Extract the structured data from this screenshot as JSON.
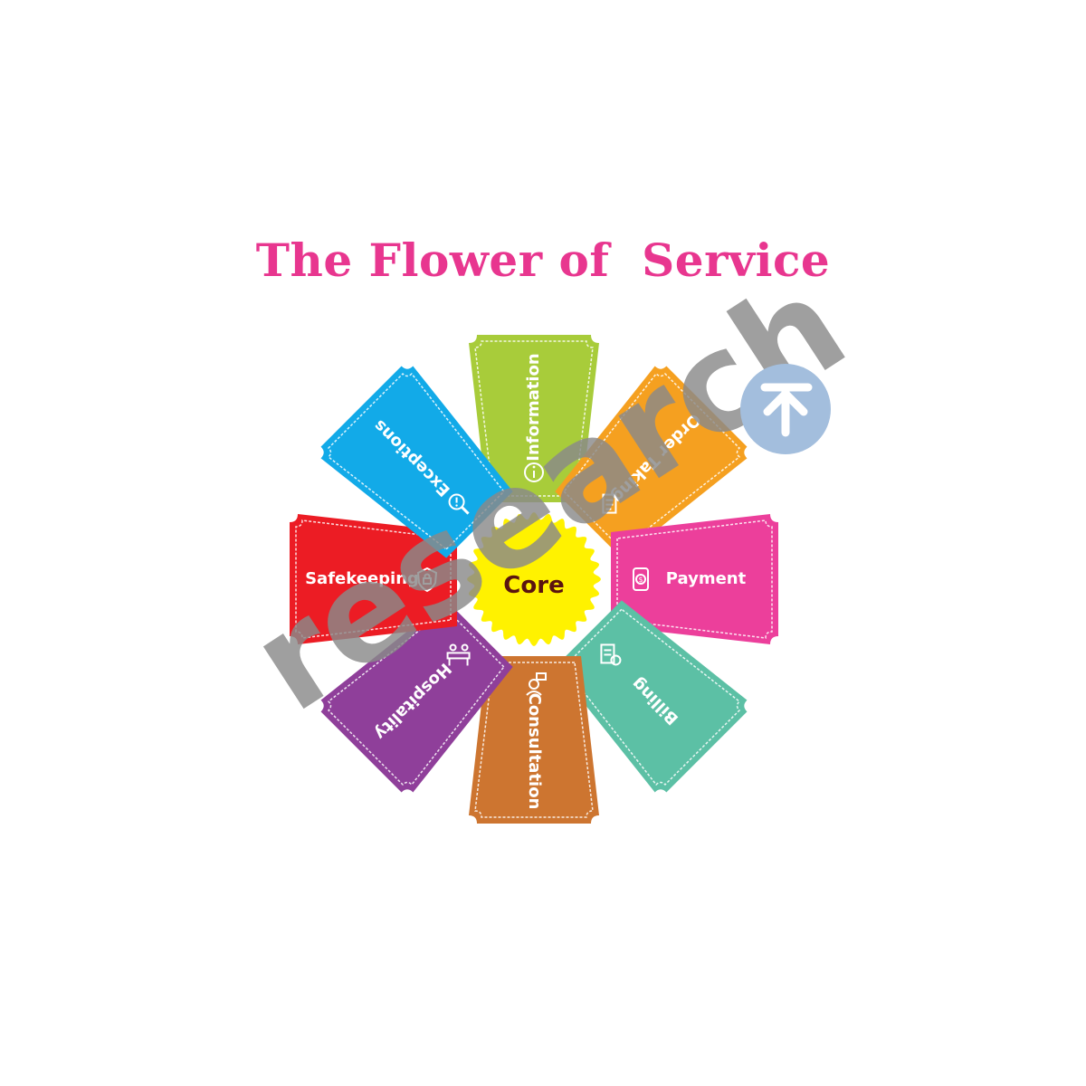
{
  "title": {
    "text": "The Flower of  Service",
    "color": "#e8368f"
  },
  "core": {
    "label": "Core",
    "fill": "#fff200",
    "text_color": "#5a1410"
  },
  "petals": [
    {
      "id": "information",
      "label": "Information",
      "color": "#a8cc3a",
      "icon": "info-icon"
    },
    {
      "id": "order-taking",
      "label": "Order Taking",
      "color": "#f5a020",
      "icon": "order-form-icon"
    },
    {
      "id": "payment",
      "label": "Payment",
      "color": "#ec3f9b",
      "icon": "mobile-payment-icon"
    },
    {
      "id": "billing",
      "label": "Billing",
      "color": "#5cc0a5",
      "icon": "receipt-icon"
    },
    {
      "id": "consultation",
      "label": "Consultation",
      "color": "#cd7530",
      "icon": "consultant-icon"
    },
    {
      "id": "hospitality",
      "label": "Hospitality",
      "color": "#8f3f9a",
      "icon": "reception-desk-icon"
    },
    {
      "id": "safekeeping",
      "label": "Safekeeping",
      "color": "#ec1c24",
      "icon": "shield-lock-icon"
    },
    {
      "id": "exceptions",
      "label": "Exceptions",
      "color": "#12aae8",
      "icon": "magnifier-exclamation-icon"
    }
  ],
  "watermark": {
    "text": "research",
    "color": "#8a8a8a",
    "badge_color": "#8fb0d6",
    "badge_icon": "upward-arrow-icon"
  }
}
